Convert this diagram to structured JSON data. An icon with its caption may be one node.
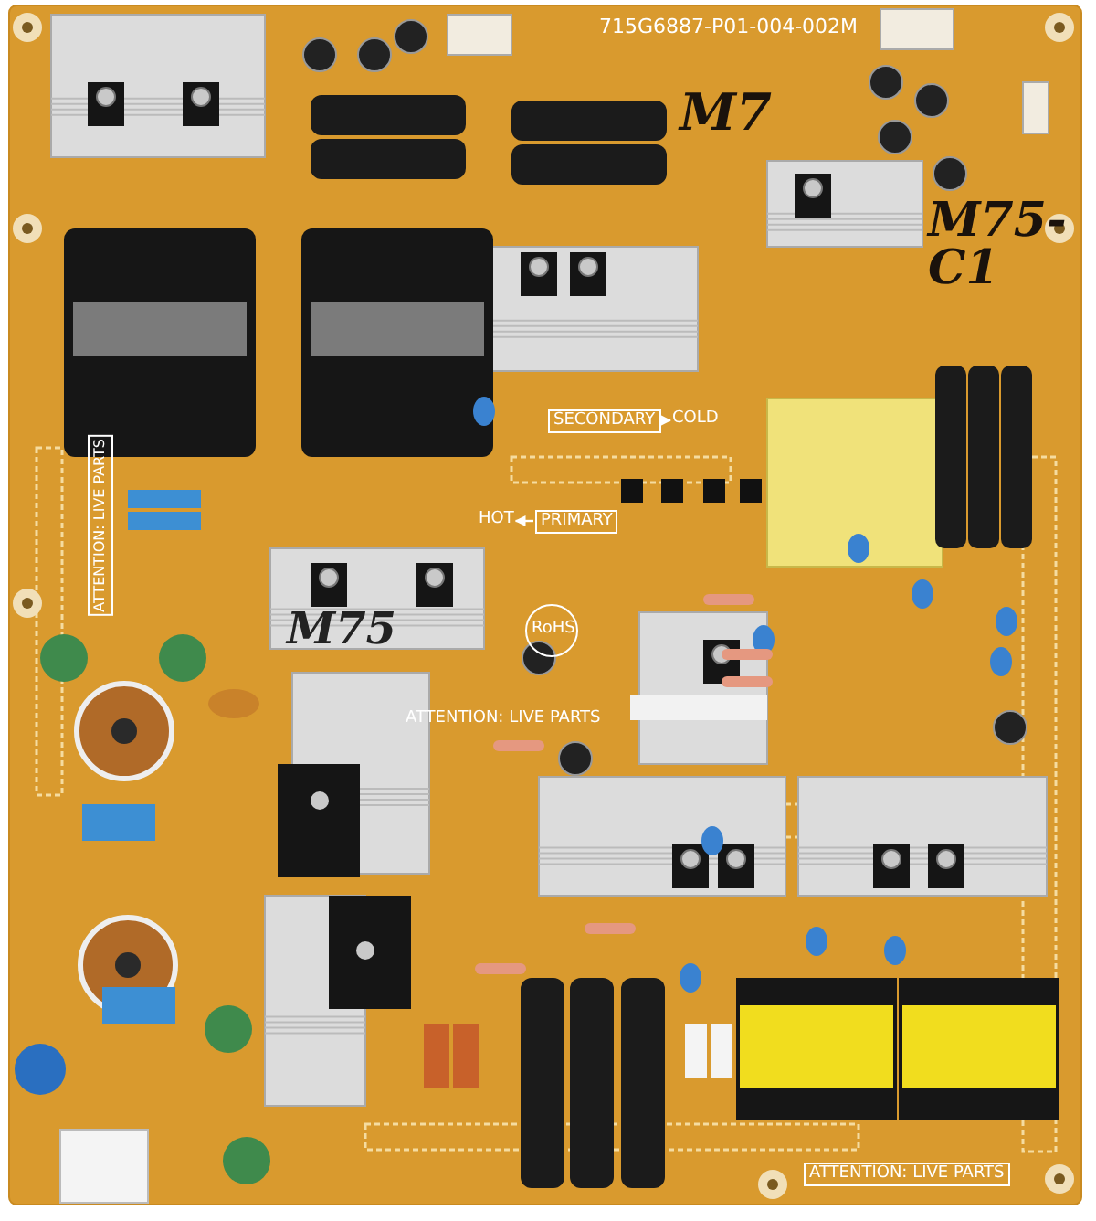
{
  "diagram": {
    "nodes": [
      {
        "text": [
          "SECONDARY"
        ]
      },
      {
        "text": [
          "COLD"
        ]
      },
      {
        "text": [
          "HOT"
        ]
      },
      {
        "text": [
          "PRIMARY"
        ]
      }
    ],
    "edges": [
      {
        "from": 0,
        "to": 1,
        "arrow": "to"
      },
      {
        "from": 3,
        "to": 2,
        "arrow": "to"
      }
    ],
    "labels": [
      "715G6887-P01-004-002M",
      "M7",
      "M75-C1",
      "ATTENTION: LIVE PARTS",
      "M75",
      "RoHS",
      "ATTENTION: LIVE PARTS",
      "ATTENTION: LIVE PARTS"
    ]
  }
}
